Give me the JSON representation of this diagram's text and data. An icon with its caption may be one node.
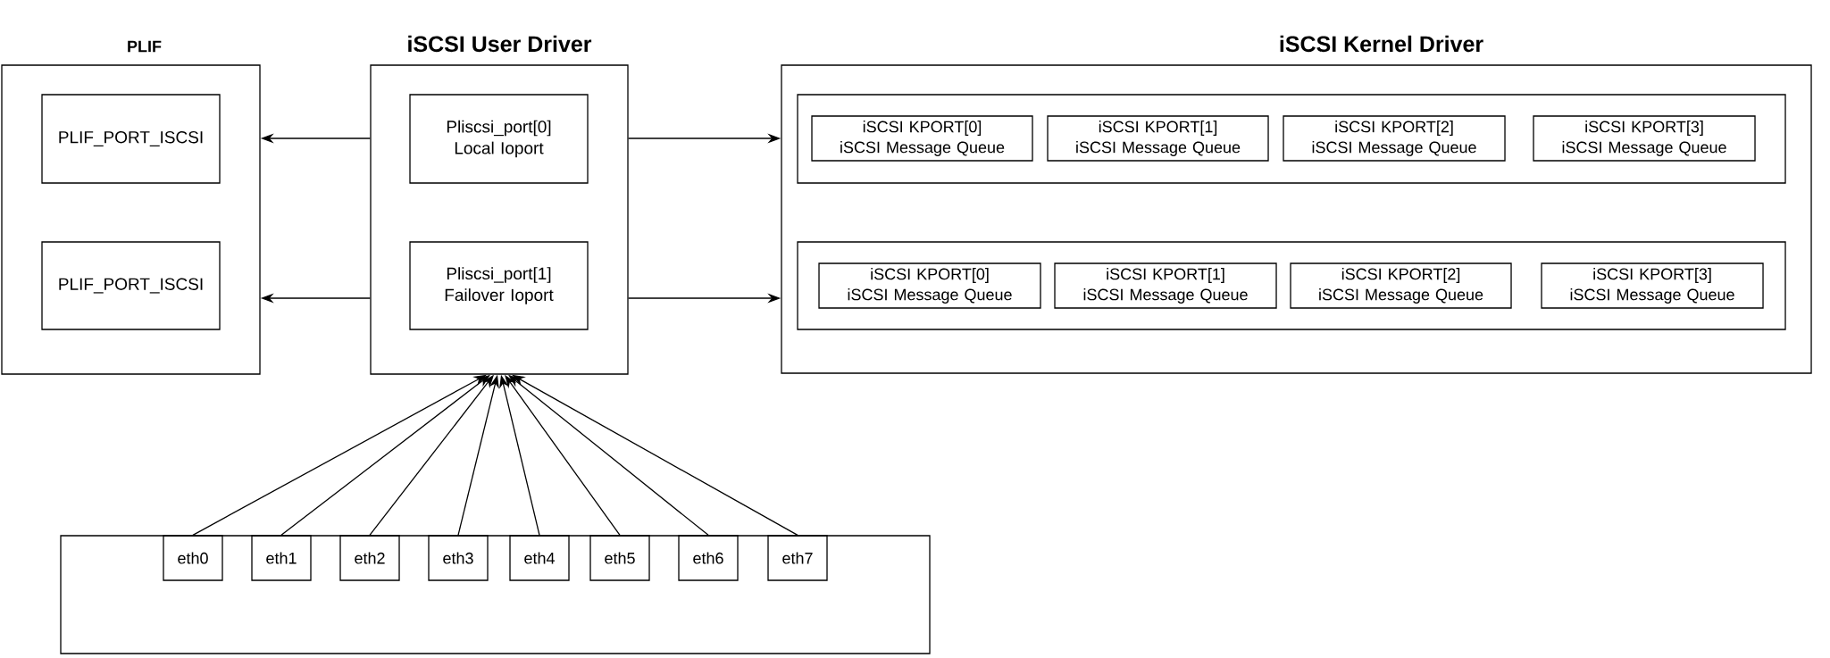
{
  "diagram": {
    "nodes": [
      {
        "text": [
          "PLIF"
        ]
      },
      {
        "text": [
          "PLIF_PORT_ISCSI"
        ],
        "in": 0
      },
      {
        "text": [
          "PLIF_PORT_ISCSI"
        ],
        "in": 0
      },
      {
        "text": [
          "iSCSI User Driver"
        ]
      },
      {
        "text": [
          "Pliscsi_port[0]",
          "Local Ioport"
        ],
        "in": 3
      },
      {
        "text": [
          "Pliscsi_port[1]",
          "Failover Ioport"
        ],
        "in": 3
      },
      {
        "text": [
          "iSCSI Kernel Driver"
        ]
      },
      {
        "text": [],
        "shape": "box",
        "in": 6
      },
      {
        "text": [
          "iSCSI KPORT[0]",
          "iSCSI Message Queue"
        ],
        "in": 7
      },
      {
        "text": [
          "iSCSI KPORT[1]",
          "iSCSI Message Queue"
        ],
        "in": 7
      },
      {
        "text": [
          "iSCSI KPORT[2]",
          "iSCSI Message Queue"
        ],
        "in": 7
      },
      {
        "text": [
          "iSCSI KPORT[3]",
          "iSCSI Message Queue"
        ],
        "in": 7
      },
      {
        "text": [],
        "shape": "box",
        "in": 6
      },
      {
        "text": [
          "iSCSI KPORT[0]",
          "iSCSI Message Queue"
        ],
        "in": 12
      },
      {
        "text": [
          "iSCSI KPORT[1]",
          "iSCSI Message Queue"
        ],
        "in": 12
      },
      {
        "text": [
          "iSCSI KPORT[2]",
          "iSCSI Message Queue"
        ],
        "in": 12
      },
      {
        "text": [
          "iSCSI KPORT[3]",
          "iSCSI Message Queue"
        ],
        "in": 12
      },
      {
        "text": [],
        "shape": "box"
      },
      {
        "text": [
          "eth0"
        ],
        "in": 17
      },
      {
        "text": [
          "eth1"
        ],
        "in": 17
      },
      {
        "text": [
          "eth2"
        ],
        "in": 17
      },
      {
        "text": [
          "eth3"
        ],
        "in": 17
      },
      {
        "text": [
          "eth4"
        ],
        "in": 17
      },
      {
        "text": [
          "eth5"
        ],
        "in": 17
      },
      {
        "text": [
          "eth6"
        ],
        "in": 17
      },
      {
        "text": [
          "eth7"
        ],
        "in": 17
      }
    ],
    "edges": [
      {
        "from": 3,
        "to": 0,
        "arrow": "to"
      },
      {
        "from": 3,
        "to": 0,
        "arrow": "to"
      },
      {
        "from": 3,
        "to": 6,
        "arrow": "to"
      },
      {
        "from": 3,
        "to": 6,
        "arrow": "to"
      },
      {
        "from": 18,
        "to": 3,
        "arrow": "to"
      },
      {
        "from": 19,
        "to": 3,
        "arrow": "to"
      },
      {
        "from": 20,
        "to": 3,
        "arrow": "to"
      },
      {
        "from": 21,
        "to": 3,
        "arrow": "to"
      },
      {
        "from": 22,
        "to": 3,
        "arrow": "to"
      },
      {
        "from": 23,
        "to": 3,
        "arrow": "to"
      },
      {
        "from": 24,
        "to": 3,
        "arrow": "to"
      },
      {
        "from": 25,
        "to": 3,
        "arrow": "to"
      }
    ]
  }
}
